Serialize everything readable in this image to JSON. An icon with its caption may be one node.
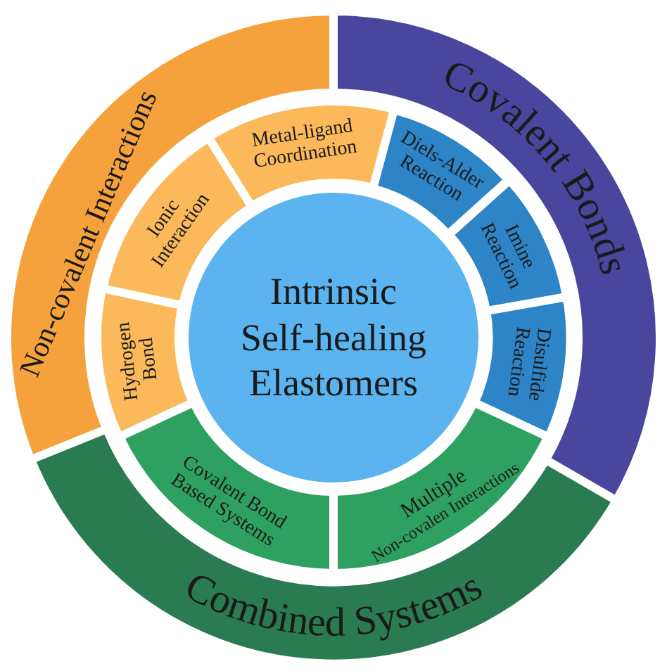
{
  "diagram": {
    "nodes": [
      {
        "text": [
          "Non-covalent Interactions"
        ]
      },
      {
        "text": [
          "Covalent Bonds"
        ]
      },
      {
        "text": [
          "Metal-ligand Coordination"
        ]
      },
      {
        "text": [
          "Diels-Alder Reaction"
        ]
      },
      {
        "text": [
          "Ionic Interaction"
        ]
      },
      {
        "text": [
          "Imine Reaction"
        ]
      },
      {
        "text": [
          "Intrinsic Self-healing Elastomers"
        ]
      },
      {
        "text": [
          "Hydrogen Bond"
        ]
      },
      {
        "text": [
          "Disulfide Reaction"
        ]
      },
      {
        "text": [
          "Covalent Bond Based Systems"
        ]
      },
      {
        "text": [
          "Multiple",
          "Non-covalen Interactions"
        ]
      },
      {
        "text": [
          "Combined Systems"
        ]
      }
    ]
  }
}
